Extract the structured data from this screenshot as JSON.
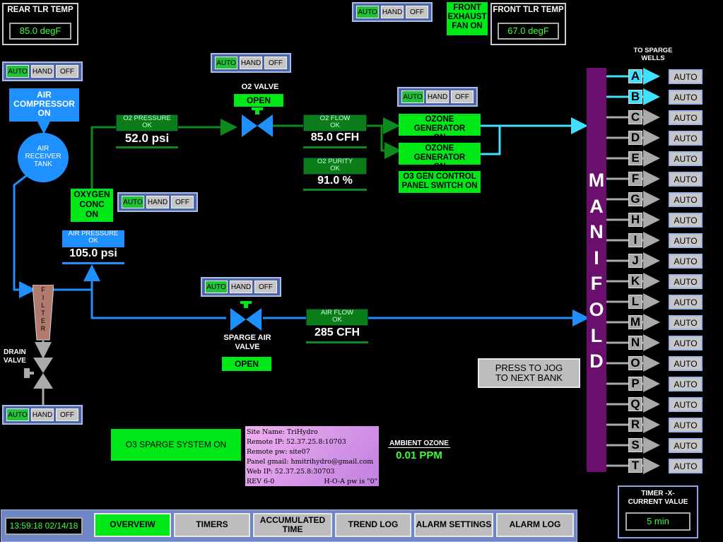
{
  "hoa": {
    "auto": "AUTO",
    "hand": "HAND",
    "off": "OFF"
  },
  "rear_temp": {
    "label": "REAR TLR TEMP",
    "value": "85.0 degF"
  },
  "front_temp": {
    "label": "FRONT TLR TEMP",
    "value": "67.0 degF"
  },
  "front_fan": {
    "line1": "FRONT",
    "line2": "EXHAUST",
    "line3": "FAN ON"
  },
  "air_compressor": {
    "line1": "AIR",
    "line2": "COMPRESSOR",
    "line3": "ON"
  },
  "air_receiver": {
    "line1": "AIR",
    "line2": "RECEIVER",
    "line3": "TANK"
  },
  "o2_valve": {
    "label": "O2 VALVE",
    "state": "OPEN"
  },
  "o2_pressure": {
    "label": "O2 PRESSURE",
    "status": "OK",
    "value": "52.0 psi"
  },
  "o2_flow": {
    "label": "O2 FLOW",
    "status": "OK",
    "value": "85.0 CFH"
  },
  "o2_purity": {
    "label": "O2 PURITY",
    "status": "OK",
    "value": "91.0 %"
  },
  "ozone_gen1": {
    "line1": "OZONE GENERATOR",
    "line2": "ON"
  },
  "ozone_gen2": {
    "line1": "OZONE GENERATOR",
    "line2": "ON"
  },
  "o3_control": {
    "line1": "O3 GEN CONTROL",
    "line2": "PANEL SWITCH ON"
  },
  "oxygen_conc": {
    "line1": "OXYGEN",
    "line2": "CONC",
    "line3": "ON"
  },
  "air_pressure": {
    "label": "AIR PRESSURE",
    "status": "OK",
    "value": "105.0 psi"
  },
  "filter": {
    "letters": [
      "F",
      "I",
      "L",
      "T",
      "E",
      "R"
    ]
  },
  "drain_valve": {
    "line1": "DRAIN",
    "line2": "VALVE"
  },
  "sparge_valve": {
    "line1": "SPARGE AIR",
    "line2": "VALVE",
    "state": "OPEN"
  },
  "air_flow": {
    "label": "AIR FLOW",
    "status": "OK",
    "value": "285 CFH"
  },
  "to_sparge": {
    "line1": "TO SPARGE",
    "line2": "WELLS"
  },
  "manifold": {
    "letters": [
      "M",
      "A",
      "N",
      "I",
      "F",
      "O",
      "L",
      "D"
    ]
  },
  "wells": [
    {
      "letter": "A",
      "mode": "AUTO"
    },
    {
      "letter": "B",
      "mode": "AUTO"
    },
    {
      "letter": "C",
      "mode": "AUTO"
    },
    {
      "letter": "D",
      "mode": "AUTO"
    },
    {
      "letter": "E",
      "mode": "AUTO"
    },
    {
      "letter": "F",
      "mode": "AUTO"
    },
    {
      "letter": "G",
      "mode": "AUTO"
    },
    {
      "letter": "H",
      "mode": "AUTO"
    },
    {
      "letter": "I",
      "mode": "AUTO"
    },
    {
      "letter": "J",
      "mode": "AUTO"
    },
    {
      "letter": "K",
      "mode": "AUTO"
    },
    {
      "letter": "L",
      "mode": "AUTO"
    },
    {
      "letter": "M",
      "mode": "AUTO"
    },
    {
      "letter": "N",
      "mode": "AUTO"
    },
    {
      "letter": "O",
      "mode": "AUTO"
    },
    {
      "letter": "P",
      "mode": "AUTO"
    },
    {
      "letter": "Q",
      "mode": "AUTO"
    },
    {
      "letter": "R",
      "mode": "AUTO"
    },
    {
      "letter": "S",
      "mode": "AUTO"
    },
    {
      "letter": "T",
      "mode": "AUTO"
    }
  ],
  "jog_button": {
    "line1": "PRESS TO JOG",
    "line2": "TO NEXT BANK"
  },
  "system_status": "O3 SPARGE SYSTEM ON",
  "site_info": {
    "site_name": "Site Name:  TriHydro",
    "remote_ip": "Remote IP: 52.37.25.8:10703",
    "remote_pw": "Remote pw: site07",
    "panel_gmail": "Panel gmail: hmitrihydro@gmail.com",
    "web_ip": "Web IP: 52.37.25.8:30703",
    "rev": "REV 6-0",
    "hoa_pw": "H-O-A pw is \"0\""
  },
  "ambient_ozone": {
    "label": "AMBIENT OZONE",
    "value": "0.01 PPM"
  },
  "timer": {
    "line1": "TIMER -X-",
    "line2": "CURRENT VALUE",
    "value": "5 min"
  },
  "clock": "13:59:18 02/14/18",
  "nav": {
    "overview": "OVERVEIW",
    "timers": "TIMERS",
    "accum_line1": "ACCUMULATED",
    "accum_line2": "TIME",
    "trend": "TREND LOG",
    "alarm_settings": "ALARM SETTINGS",
    "alarm_log": "ALARM LOG"
  }
}
